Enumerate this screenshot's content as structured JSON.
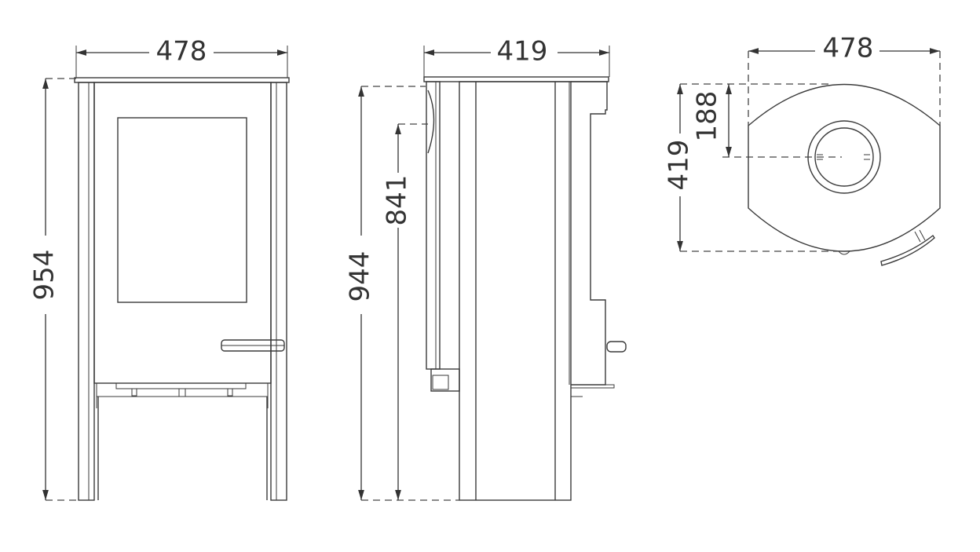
{
  "diagram": {
    "front_view": {
      "width_label": "478",
      "height_label": "954"
    },
    "side_view": {
      "depth_label": "419",
      "height_label": "944",
      "door_height_label": "841"
    },
    "top_view": {
      "width_label": "478",
      "depth_label": "419",
      "flue_offset_label": "188"
    }
  }
}
